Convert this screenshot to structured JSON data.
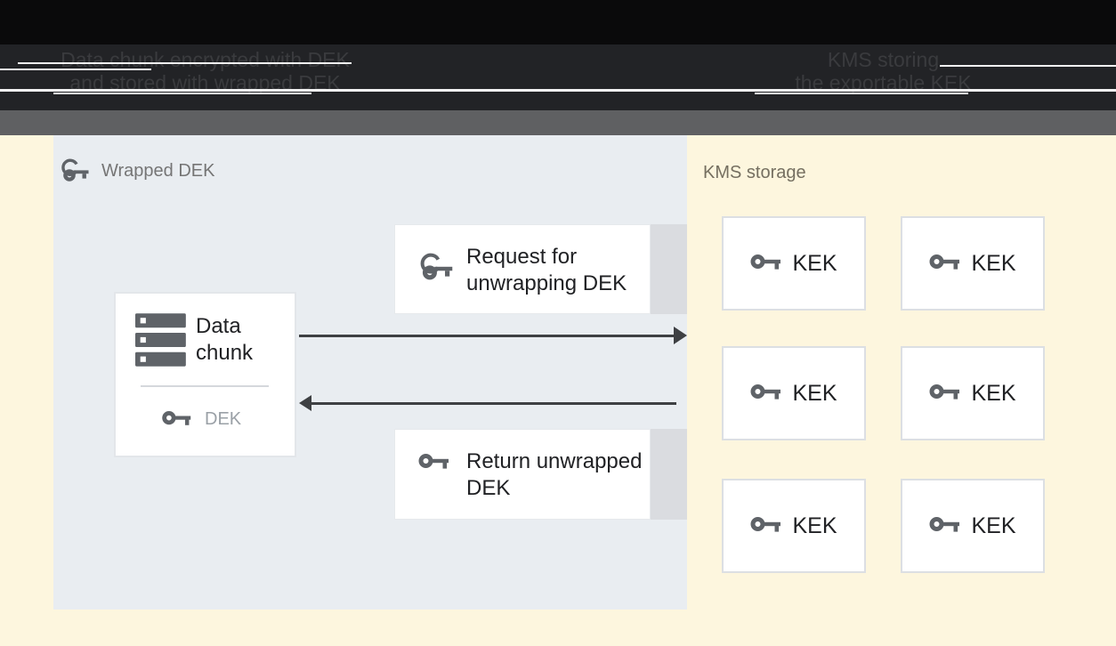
{
  "header": {
    "left_caption": {
      "line1": "Data chunk encrypted with DEK",
      "line2": "and stored with wrapped DEK"
    },
    "right_caption": {
      "line1": "KMS storing",
      "line2": "the exportable KEK"
    }
  },
  "wrapped_dek_panel": {
    "title": "Wrapped DEK",
    "data_chunk_box": {
      "label": "Data chunk",
      "dek_label": "DEK"
    },
    "request_box": {
      "label": "Request for unwrapping DEK"
    },
    "return_box": {
      "label": "Return unwrapped DEK"
    }
  },
  "kms_storage": {
    "title": "KMS storage",
    "kek_boxes": [
      "KEK",
      "KEK",
      "KEK",
      "KEK",
      "KEK",
      "KEK"
    ]
  },
  "icons": {
    "key_outline": "key-outline-icon",
    "key_filled": "key-icon",
    "storage_stack": "storage-stack-icon",
    "arrow_right": "arrow-right-icon",
    "arrow_left": "arrow-left-icon"
  },
  "colors": {
    "background_yellow": "#fdf6de",
    "panel_gray_blue": "#e9edf1",
    "header_black": "#0a0a0b",
    "header_strip": "#222326",
    "divider_band_gray": "#5f6062",
    "icon_gray": "#5f6368",
    "text_dark": "#202124",
    "muted_label": "#757575",
    "dek_text": "#9aa0a6",
    "box_shadow_strip": "#dadce0",
    "arrow": "#3e4043"
  }
}
